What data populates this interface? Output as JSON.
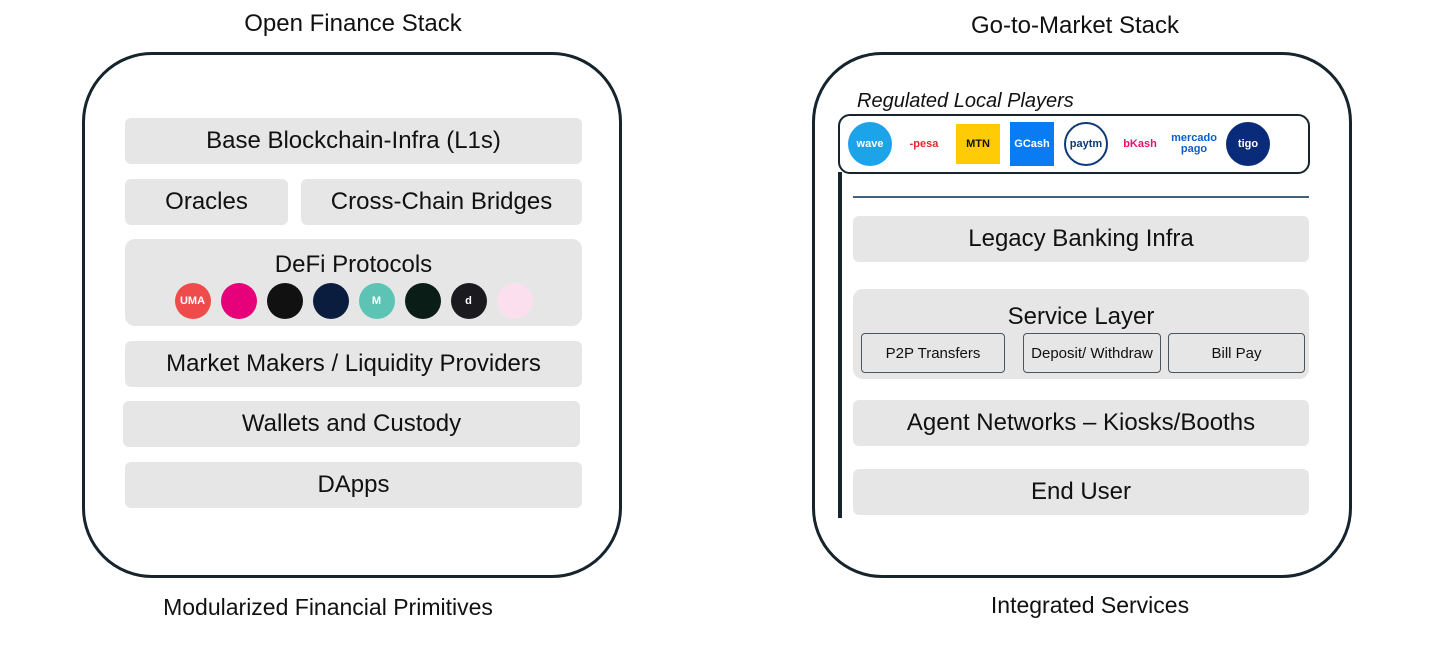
{
  "left": {
    "title": "Open Finance Stack",
    "caption": "Modularized Financial Primitives",
    "layers": {
      "base": "Base Blockchain-Infra (L1s)",
      "oracles": "Oracles",
      "bridges": "Cross-Chain Bridges",
      "defi": "DeFi Protocols",
      "market_makers": "Market Makers / Liquidity Providers",
      "wallets": "Wallets and Custody",
      "dapps": "DApps"
    },
    "defi_logos": [
      {
        "name": "uma-logo",
        "text": "UMA",
        "color": "#ef4b4b"
      },
      {
        "name": "polkadot-logo",
        "text": "",
        "color": "#e6007a"
      },
      {
        "name": "chainlink-style-logo",
        "text": "",
        "color": "#111111"
      },
      {
        "name": "synthetix-logo",
        "text": "",
        "color": "#0b1d3f"
      },
      {
        "name": "maker-logo",
        "text": "M",
        "color": "#5cc3b5"
      },
      {
        "name": "compound-logo",
        "text": "",
        "color": "#0a1e17"
      },
      {
        "name": "dydx-logo",
        "text": "d",
        "color": "#1b1b1f"
      },
      {
        "name": "uniswap-logo",
        "text": "",
        "color": "#fbdfee"
      }
    ]
  },
  "right": {
    "title": "Go-to-Market Stack",
    "caption": "Integrated Services",
    "players_label": "Regulated Local Players",
    "players": [
      {
        "name": "wave-logo",
        "text": "wave",
        "bg": "#1ca3e8",
        "fg": "#ffffff"
      },
      {
        "name": "mpesa-logo",
        "text": "-pesa",
        "bg": "#ffffff",
        "fg": "#d82c2c"
      },
      {
        "name": "mtn-logo",
        "text": "MTN",
        "bg": "#ffcb05",
        "fg": "#111111"
      },
      {
        "name": "gcash-logo",
        "text": "GCash",
        "bg": "#0a7cf3",
        "fg": "#ffffff"
      },
      {
        "name": "paytm-logo",
        "text": "paytm",
        "bg": "#ffffff",
        "fg": "#0b3a78"
      },
      {
        "name": "bkash-logo",
        "text": "bKash",
        "bg": "#ffffff",
        "fg": "#e2136e"
      },
      {
        "name": "mercado-pago-logo",
        "text": "mercado pago",
        "bg": "#ffffff",
        "fg": "#0a5ec7"
      },
      {
        "name": "tigo-logo",
        "text": "tigo",
        "bg": "#0a2b7a",
        "fg": "#ffffff"
      }
    ],
    "layers": {
      "legacy": "Legacy Banking Infra",
      "service": "Service Layer",
      "p2p": "P2P Transfers",
      "deposit": "Deposit/ Withdraw",
      "bill": "Bill Pay",
      "agents": "Agent Networks – Kiosks/Booths",
      "end_user": "End User"
    }
  }
}
